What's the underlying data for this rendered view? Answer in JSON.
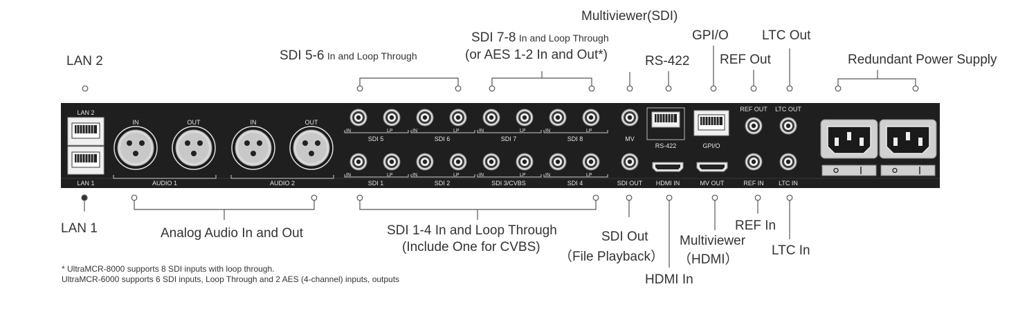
{
  "callouts": {
    "lan2": "LAN 2",
    "lan1": "LAN  1",
    "sdi56": {
      "main": "SDI 5-6",
      "small": "In and Loop Through"
    },
    "sdi78": {
      "main": "SDI 7-8",
      "small": "In and Loop Through",
      "line2": "(or AES 1-2 In and Out*)"
    },
    "multiviewer_sdi": "Multiviewer(SDI)",
    "gpio": "GPI/O",
    "ltc_out": "LTC Out",
    "rs422": "RS-422",
    "ref_out": "REF Out",
    "redundant_power": "Redundant Power Supply",
    "analog_audio": "Analog Audio In and Out",
    "sdi14_line1": "SDI 1-4 In and Loop Through",
    "sdi14_line2": "(Include One for CVBS)",
    "sdi_out_line1": "SDI Out",
    "sdi_out_line2": "（File Playback）",
    "ref_in": "REF In",
    "multiviewer_hdmi_line1": "Multiviewer",
    "multiviewer_hdmi_line2": "（HDMI）",
    "ltc_in": "LTC In",
    "hdmi_in": "HDMI In"
  },
  "footnote": {
    "line1": "* UltraMCR-8000 supports 8 SDI inputs with loop through.",
    "line2": "UltraMCR-6000 supports 6 SDI inputs, Loop Through and 2 AES (4-channel) inputs, outputs"
  },
  "panel": {
    "lan2": "LAN 2",
    "lan1": "LAN 1",
    "audio_in": "IN",
    "audio_out": "OUT",
    "audio1": "AUDIO 1",
    "audio2": "AUDIO 2",
    "bnc_in": "IN",
    "bnc_lp": "LP",
    "sdi5": "SDI 5",
    "sdi6": "SDI 6",
    "sdi7": "SDI 7",
    "sdi8": "SDI 8",
    "mv": "MV",
    "rs422": "RS-422",
    "gpio": "GPI/O",
    "ref_out": "REF OUT",
    "ltc_out": "LTC OUT",
    "sdi1": "SDI 1",
    "sdi2": "SDI 2",
    "sdi3": "SDI 3/CVBS",
    "sdi4": "SDI 4",
    "sdi_out": "SDI OUT",
    "hdmi_in": "HDMI IN",
    "mv_out": "MV OUT",
    "ref_in": "REF IN",
    "ltc_in": "LTC IN"
  },
  "colors": {
    "panel": "#1f1f1f",
    "callout_text": "#333333",
    "callout_line": "#555555",
    "panel_text": "#e6e6e6"
  }
}
